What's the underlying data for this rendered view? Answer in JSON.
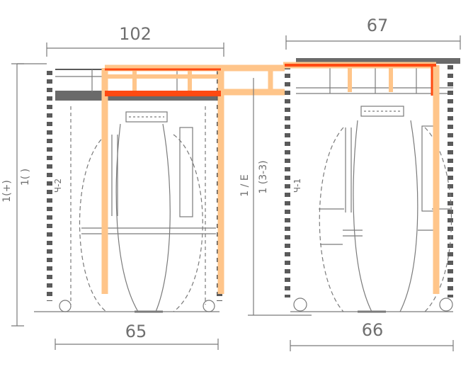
{
  "colors": {
    "background": "#ffffff",
    "line": "#7a7a7a",
    "dark": "#5a5a5a",
    "accent_red": "#ff4a12",
    "accent_orange": "#ffc58a"
  },
  "left_view": {
    "top_dimension": "102",
    "bottom_dimension": "65",
    "left_dim_outer": "1(+)",
    "left_dim_inner": "1( )",
    "side_label": "Ч-2"
  },
  "right_view": {
    "top_dimension": "67",
    "bottom_dimension": "66",
    "left_dim_outer": "1 / E",
    "left_dim_inner": "1 (3-3)",
    "side_label": "Ч-1"
  }
}
